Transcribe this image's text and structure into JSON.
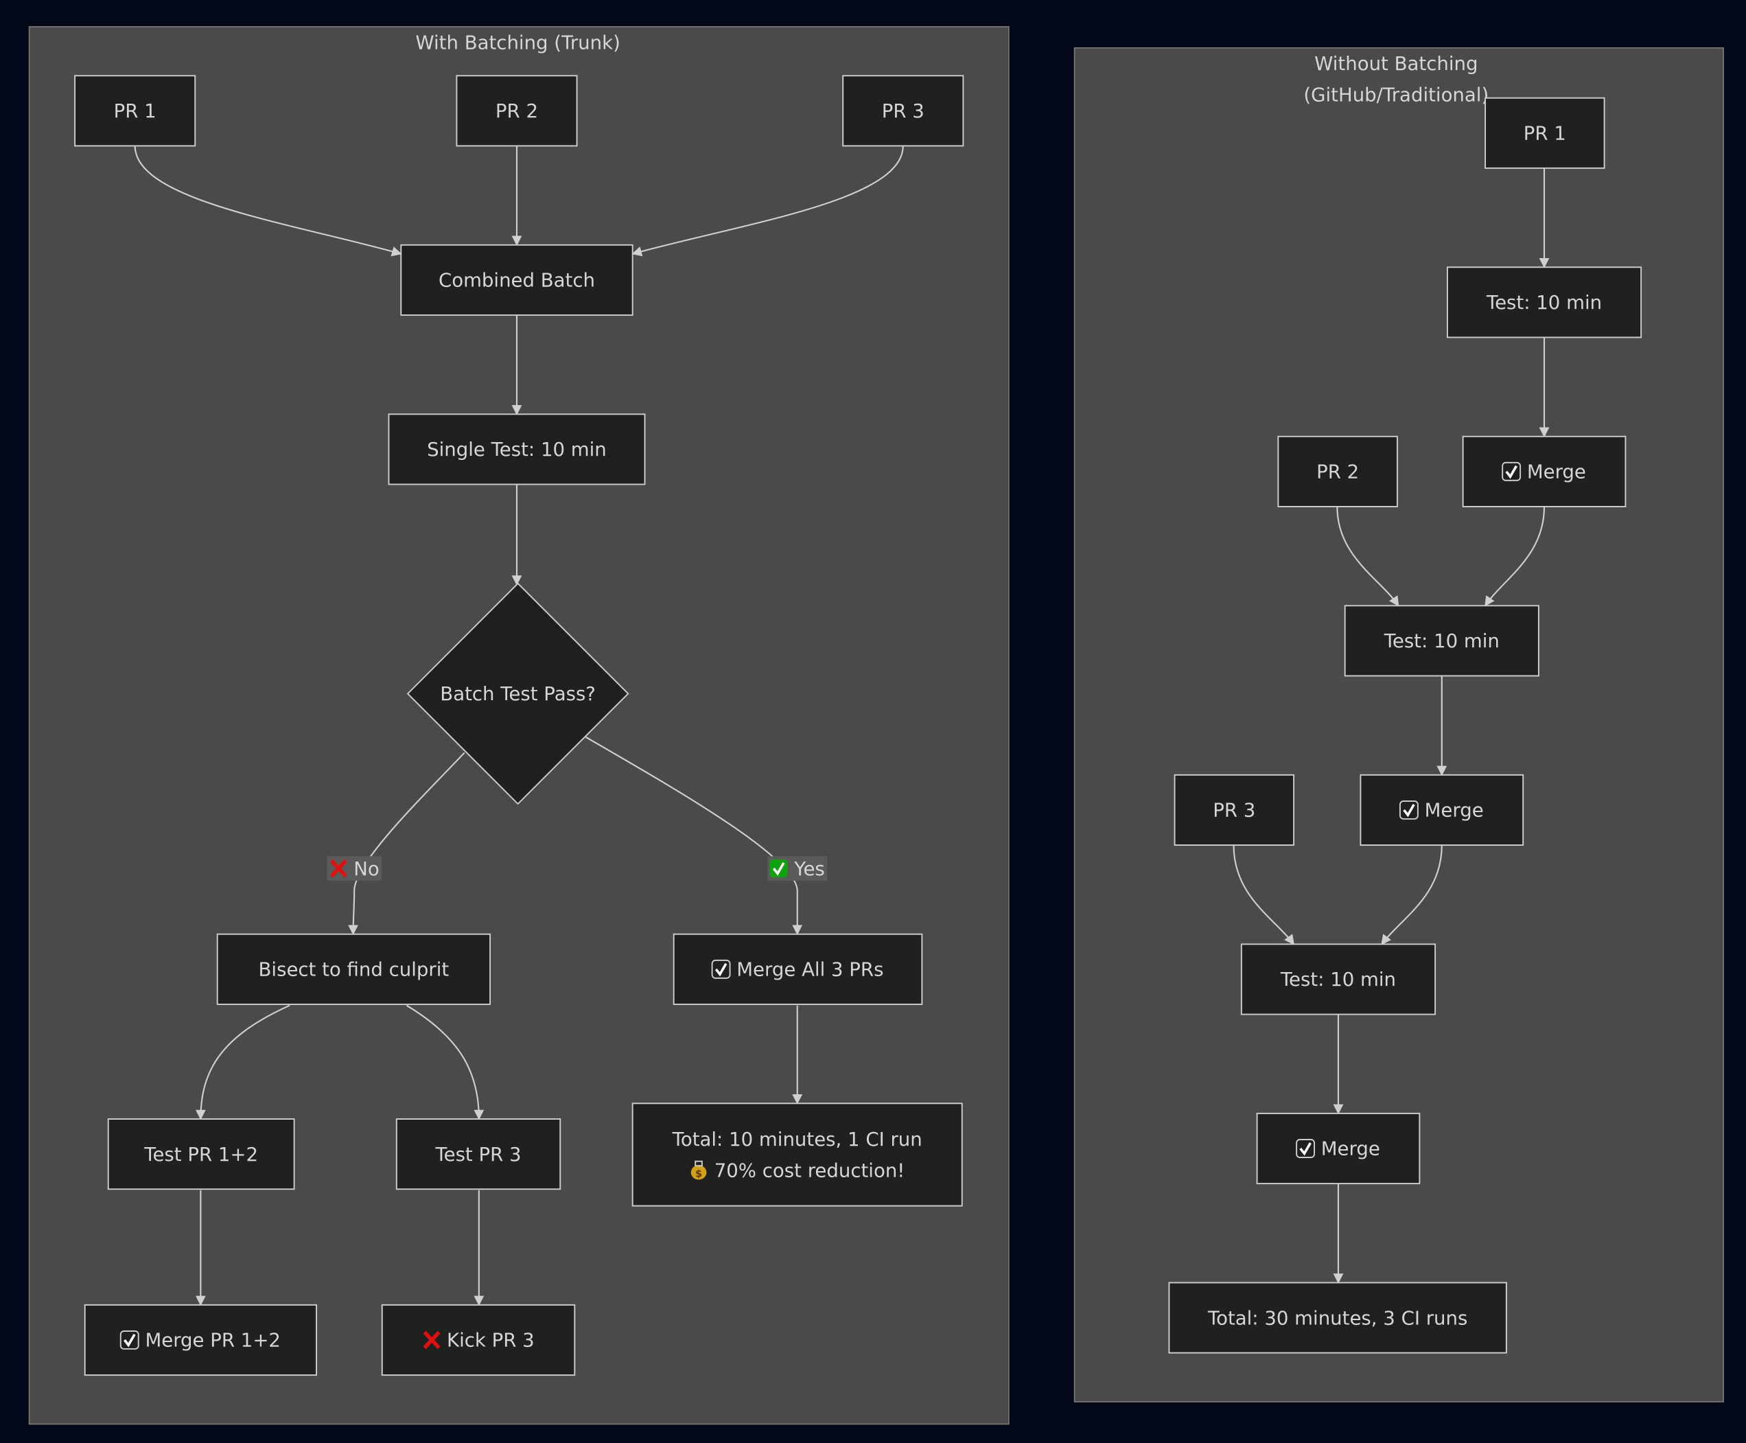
{
  "clusters": {
    "batching": {
      "title": "With Batching (Trunk)"
    },
    "traditional": {
      "title_line1": "Without Batching",
      "title_line2": "(GitHub/Traditional)"
    }
  },
  "nodes": {
    "b_pr1": {
      "label": "PR 1"
    },
    "b_pr2": {
      "label": "PR 2"
    },
    "b_pr3": {
      "label": "PR 3"
    },
    "b_combined": {
      "label": "Combined Batch"
    },
    "b_single_test": {
      "label": "Single Test: 10 min"
    },
    "b_decision": {
      "label": "Batch Test Pass?"
    },
    "b_bisect": {
      "label": "Bisect to find culprit"
    },
    "b_merge_all": {
      "label": "Merge All 3 PRs",
      "icon": "check"
    },
    "b_total": {
      "label": "Total: 10 minutes, 1 CI run",
      "label2": "70% cost reduction!",
      "icon2": "money"
    },
    "b_test12": {
      "label": "Test PR 1+2"
    },
    "b_test3": {
      "label": "Test PR 3"
    },
    "b_merge12": {
      "label": "Merge PR 1+2",
      "icon": "check"
    },
    "b_kick3": {
      "label": "Kick PR 3",
      "icon": "cross"
    },
    "t_pr1": {
      "label": "PR 1"
    },
    "t_test1": {
      "label": "Test: 10 min"
    },
    "t_pr2": {
      "label": "PR 2"
    },
    "t_merge1": {
      "label": "Merge",
      "icon": "check"
    },
    "t_test2": {
      "label": "Test: 10 min"
    },
    "t_pr3": {
      "label": "PR 3"
    },
    "t_merge2": {
      "label": "Merge",
      "icon": "check"
    },
    "t_test3": {
      "label": "Test: 10 min"
    },
    "t_merge3": {
      "label": "Merge",
      "icon": "check"
    },
    "t_total": {
      "label": "Total: 30 minutes, 3 CI runs"
    }
  },
  "edge_labels": {
    "no": {
      "label": "No",
      "icon": "cross"
    },
    "yes": {
      "label": "Yes",
      "icon": "check"
    }
  },
  "colors": {
    "background": "#020817",
    "cluster": "#494a49",
    "node": "#1f2020",
    "check": "#11a30f",
    "cross": "#e01010"
  }
}
